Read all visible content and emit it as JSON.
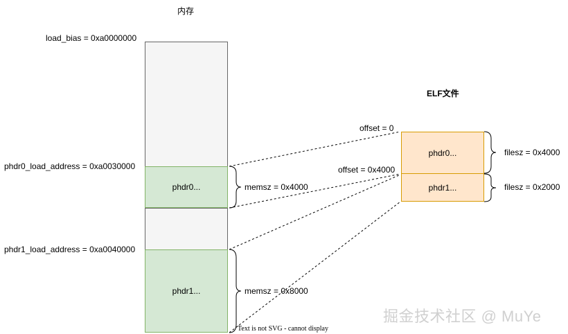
{
  "memory": {
    "title": "内存",
    "load_bias_label": "load_bias = 0xa0000000",
    "phdr0_load_label": "phdr0_load_address = 0xa0030000",
    "phdr1_load_label": "phdr1_load_address = 0xa0040000",
    "phdr0_box": "phdr0...",
    "phdr1_box": "phdr1...",
    "phdr0_memsz": "memsz = 0x4000",
    "phdr1_memsz": "memsz = 0x8000"
  },
  "elf": {
    "title": "ELF文件",
    "offset0": "offset = 0",
    "offset1": "offset = 0x4000",
    "phdr0_box": "phdr0...",
    "phdr1_box": "phdr1...",
    "phdr0_filesz": "filesz = 0x4000",
    "phdr1_filesz": "filesz = 0x2000"
  },
  "notice": "Text is not SVG - cannot display",
  "watermark": "掘金技术社区 @ MuYe",
  "colors": {
    "memory_gray": "#f5f5f5",
    "memory_green": "#d5e8d4",
    "green_border": "#82b366",
    "elf_orange": "#ffe6cc",
    "orange_border": "#d79b00"
  }
}
